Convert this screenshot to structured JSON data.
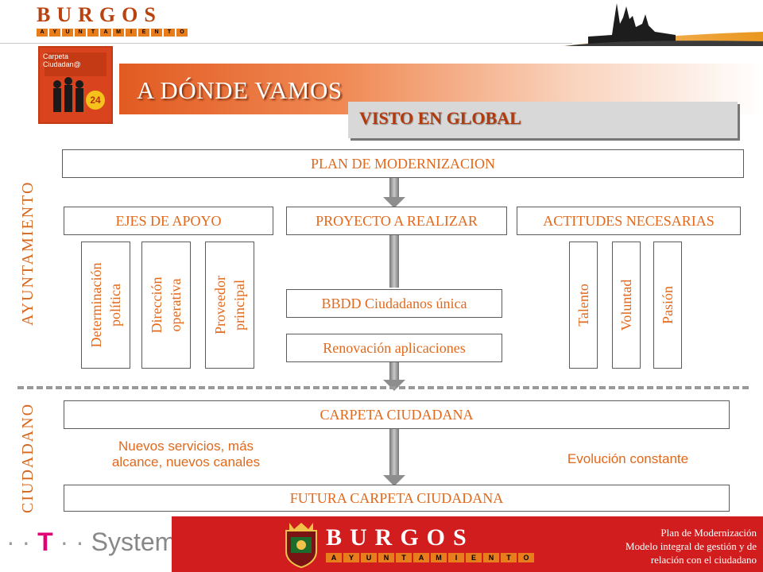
{
  "header": {
    "logo_text": "BURGOS",
    "logo_sub": [
      "A",
      "Y",
      "U",
      "N",
      "T",
      "A",
      "M",
      "I",
      "E",
      "N",
      "T",
      "O"
    ]
  },
  "badge": {
    "label": "Carpeta Ciudadan@"
  },
  "title": "A DÓNDE VAMOS",
  "subtitle": "VISTO EN GLOBAL",
  "sections": {
    "top": "AYUNTAMIENTO",
    "bottom": "CIUDADANO"
  },
  "diagram": {
    "plan": "PLAN DE MODERNIZACION",
    "ejes": "EJES DE APOYO",
    "proyecto": "PROYECTO A REALIZAR",
    "actitudes": "ACTITUDES NECESARIAS",
    "ejes_items": [
      "Determinación política",
      "Dirección operativa",
      "Proveedor principal"
    ],
    "ejes_items_lines": [
      [
        "Determinación",
        "política"
      ],
      [
        "Dirección",
        "operativa"
      ],
      [
        "Proveedor",
        "principal"
      ]
    ],
    "actitudes_items": [
      "Talento",
      "Voluntad",
      "Pasión"
    ],
    "bbdd": "BBDD Ciudadanos única",
    "renovacion": "Renovación aplicaciones",
    "carpeta": "CARPETA  CIUDADANA",
    "futura": "FUTURA  CARPETA  CIUDADANA",
    "note_left_1": "Nuevos servicios, más",
    "note_left_2": "alcance, nuevos canales",
    "note_right": "Evolución constante"
  },
  "footer": {
    "brand_t": "T",
    "brand_systems": "Systems",
    "burgos": "BURGOS",
    "line1": "Plan de Modernización",
    "line2": "Modelo integral de gestión y de",
    "line3": "relación con el ciudadano"
  },
  "colors": {
    "accent_orange": "#e1691d",
    "title_red": "#b33a0c",
    "footer_red": "#d11d1d",
    "brand_magenta": "#e20074"
  }
}
